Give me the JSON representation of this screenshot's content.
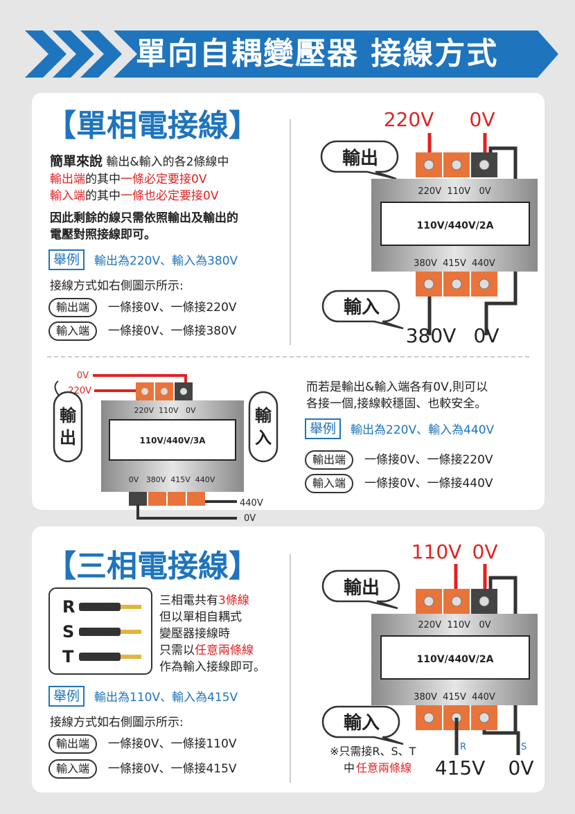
{
  "header": {
    "title": "單向自耦變壓器 接線方式"
  },
  "single_phase": {
    "title": "【單相電接線】",
    "simple_lead": "簡單來說",
    "simple_rest": "輸出&輸入的各2條線中",
    "line2_a": "輸出端",
    "line2_b": "的其中",
    "line2_c": "一條必定要接0V",
    "line3_a": "輸入端",
    "line3_b": "的其中",
    "line3_c": "一條也必定要接0V",
    "line4": "因此剩餘的線只需依照輸出及輸出的",
    "line5": "電壓對照接線即可。",
    "example_tag": "舉例",
    "example_text": "輸出為220V、輸入為380V",
    "method": "接線方式如右側圖示所示:",
    "out_pill": "輸出端",
    "out_text": "一條接0V、一條接220V",
    "in_pill": "輸入端",
    "in_text": "一條接0V、一條接380V",
    "diagram1": {
      "out_bubble": "輸出",
      "in_bubble": "輸入",
      "top_v1": "220V",
      "top_v2": "0V",
      "label_top": "220V  110V   0V",
      "model": "110V/440V/2A",
      "label_bottom": "380V  415V  440V",
      "bot_v1": "380V",
      "bot_v2": "0V"
    },
    "diagram2": {
      "out_char1": "輸",
      "out_char2": "出",
      "in_char1": "輸",
      "in_char2": "入",
      "left_0v": "0V",
      "left_220v": "220V",
      "label_top": "220V  110V   0V",
      "model": "110V/440V/3A",
      "label_bottom": "0V   380V  415V  440V",
      "right_440v": "440V",
      "right_0v": "0V"
    },
    "alt1": "而若是輸出&輸入端各有0V,則可以",
    "alt2": "各接一個,接線較穩固、也較安全。",
    "example2_tag": "舉例",
    "example2_text": "輸出為220V、輸入為440V",
    "out2_pill": "輸出端",
    "out2_text": "一條接0V、一條接220V",
    "in2_pill": "輸入端",
    "in2_text": "一條接0V、一條接440V"
  },
  "three_phase": {
    "title": "【三相電接線】",
    "rst": [
      "R",
      "S",
      "T"
    ],
    "desc1_a": "三相電共有",
    "desc1_b": "3條線",
    "desc2": "但以單相自耦式",
    "desc3": "變壓器接線時",
    "desc4_a": "只需以",
    "desc4_b": "任意兩條線",
    "desc5": "作為輸入接線即可。",
    "example_tag": "舉例",
    "example_text": "輸出為110V、輸入為415V",
    "method": "接線方式如右側圖示所示:",
    "out_pill": "輸出端",
    "out_text": "一條接0V、一條接110V",
    "in_pill": "輸入端",
    "in_text": "一條接0V、一條接415V",
    "diagram": {
      "out_bubble": "輸出",
      "in_bubble": "輸入",
      "top_v1": "110V",
      "top_v2": "0V",
      "label_top": "220V  110V   0V",
      "model": "110V/440V/2A",
      "label_bottom": "380V  415V  440V",
      "wire_r": "R",
      "wire_s": "S",
      "bot_v1": "415V",
      "bot_v2": "0V",
      "note1": "※只需接R、S、T",
      "note2_a": "中",
      "note2_b": "任意兩條線"
    }
  },
  "colors": {
    "blue": "#1e74bd",
    "red": "#e22121",
    "orange": "#e8743b",
    "dark": "#333333"
  }
}
